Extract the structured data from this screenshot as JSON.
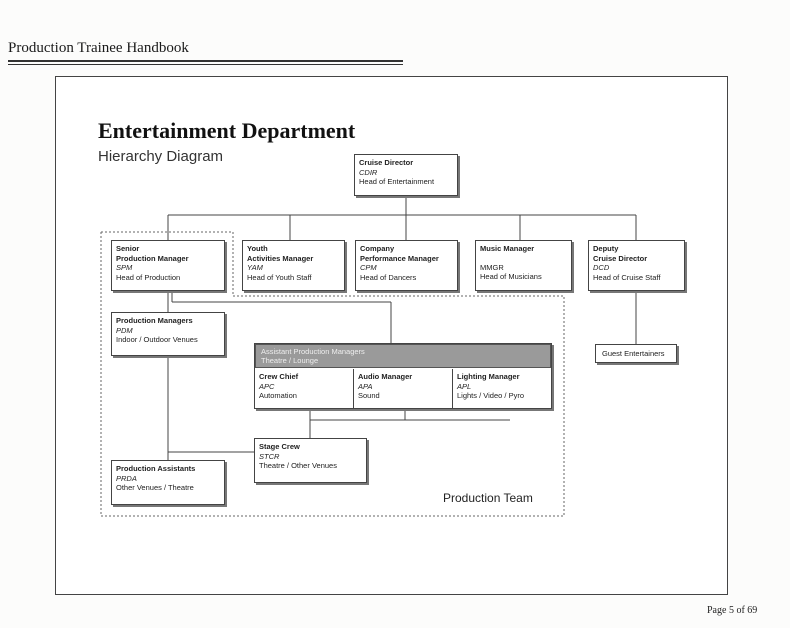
{
  "header": {
    "title": "Production Trainee Handbook"
  },
  "diagram": {
    "title": "Entertainment Department",
    "subtitle": "Hierarchy Diagram",
    "team_label": "Production Team",
    "nodes": {
      "cdir": {
        "title": "Cruise Director",
        "abbr": "CDIR",
        "desc": "Head of Entertainment"
      },
      "spm": {
        "title": "Senior\nProduction Manager",
        "abbr": "SPM",
        "desc": "Head of Production"
      },
      "yam": {
        "title": "Youth\nActivities Manager",
        "abbr": "YAM",
        "desc": "Head of Youth Staff"
      },
      "cpm": {
        "title": "Company\nPerformance Manager",
        "abbr": "CPM",
        "desc": "Head of Dancers"
      },
      "mmgr": {
        "title": "Music Manager",
        "abbr": "MMGR",
        "desc": "Head of Musicians"
      },
      "dcd": {
        "title": "Deputy\nCruise Director",
        "abbr": "DCD",
        "desc": "Head of Cruise Staff"
      },
      "pdm": {
        "title": "Production Managers",
        "abbr": "PDM",
        "desc": "Indoor / Outdoor Venues"
      },
      "guest": {
        "title": "Guest Entertainers"
      },
      "apm_header": {
        "title": "Assistant Production Managers",
        "subtitle": "Theatre / Lounge"
      },
      "apc": {
        "title": "Crew Chief",
        "abbr": "APC",
        "desc": "Automation"
      },
      "apa": {
        "title": "Audio Manager",
        "abbr": "APA",
        "desc": "Sound"
      },
      "apl": {
        "title": "Lighting Manager",
        "abbr": "APL",
        "desc": "Lights / Video / Pyro"
      },
      "stcr": {
        "title": "Stage Crew",
        "abbr": "STCR",
        "desc": "Theatre / Other Venues"
      },
      "prda": {
        "title": "Production Assistants",
        "abbr": "PRDA",
        "desc": "Other Venues / Theatre"
      }
    }
  },
  "footer": {
    "page": "Page 5 of 69"
  }
}
